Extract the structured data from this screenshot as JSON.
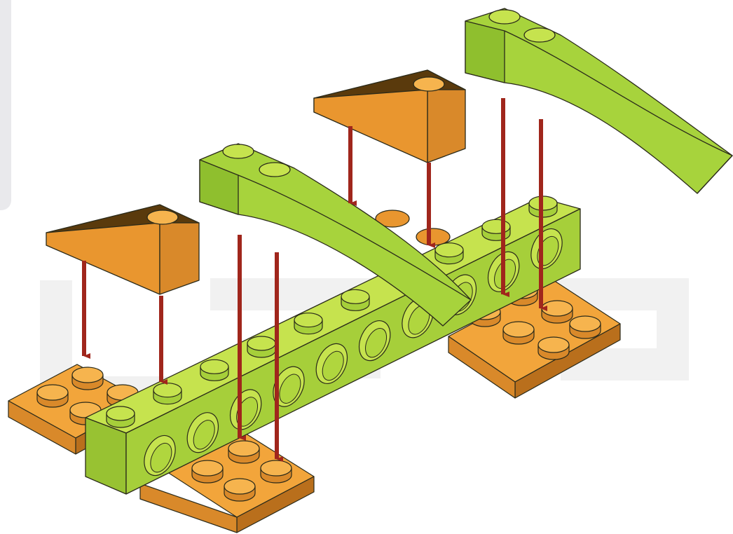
{
  "watermark": {
    "letters": "C A"
  },
  "colors": {
    "plate_top": "#f2a53b",
    "plate_front": "#d9892a",
    "plate_side": "#b96f1c",
    "stud_top": "#f6b44e",
    "slope_orange_top": "#e9962f",
    "slope_orange_front": "#e39030",
    "slope_orange_slope": "#5a3a0c",
    "beam_top": "#c6e34e",
    "beam_front": "#a6cf3a",
    "beam_end": "#98c232",
    "curve_green": "#a7d33c",
    "curve_green_side": "#8fbf2e",
    "arrow": "#a0261c",
    "outline": "#2a2a1a",
    "watermark": "#f0f0f0"
  },
  "parts": [
    {
      "name": "left-plate",
      "kind": "plate-2x2"
    },
    {
      "name": "bottom-plate",
      "kind": "plate-2x2"
    },
    {
      "name": "right-plate",
      "kind": "plate-2x3"
    },
    {
      "name": "technic-beam",
      "kind": "technic-brick-1x10"
    },
    {
      "name": "left-slope",
      "kind": "slope-orange"
    },
    {
      "name": "back-slope",
      "kind": "slope-orange"
    },
    {
      "name": "front-curved-slope",
      "kind": "curved-slope-green"
    },
    {
      "name": "back-curved-slope",
      "kind": "curved-slope-green"
    }
  ]
}
